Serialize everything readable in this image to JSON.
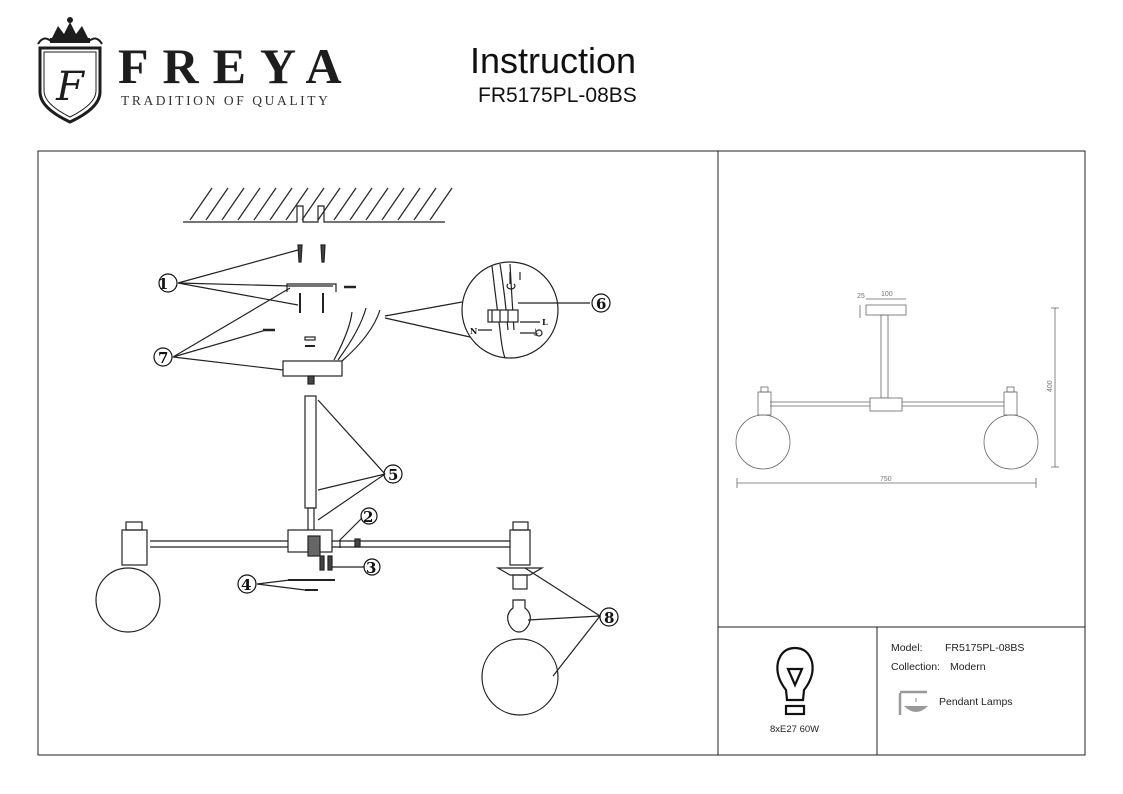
{
  "brand": {
    "name": "FREYA",
    "tagline": "TRADITION OF QUALITY",
    "monogram": "F"
  },
  "header": {
    "title": "Instruction",
    "model_code": "FR5175PL-08BS"
  },
  "assembly": {
    "callouts": [
      "1",
      "2",
      "3",
      "4",
      "5",
      "6",
      "7",
      "8"
    ],
    "wiring_labels": {
      "neutral": "N",
      "live": "L",
      "ground": "⏚"
    }
  },
  "dimensions": {
    "canopy_height": "25",
    "canopy_width": "100",
    "height": "400",
    "width": "750"
  },
  "bulb": {
    "icon": "light-bulb-icon",
    "spec": "8xE27 60W"
  },
  "info": {
    "model_label": "Model:",
    "model_value": "FR5175PL-08BS",
    "collection_label": "Collection:",
    "collection_value": "Modern",
    "type_icon": "pendant-lamp-icon",
    "type_label": "Pendant Lamps"
  }
}
